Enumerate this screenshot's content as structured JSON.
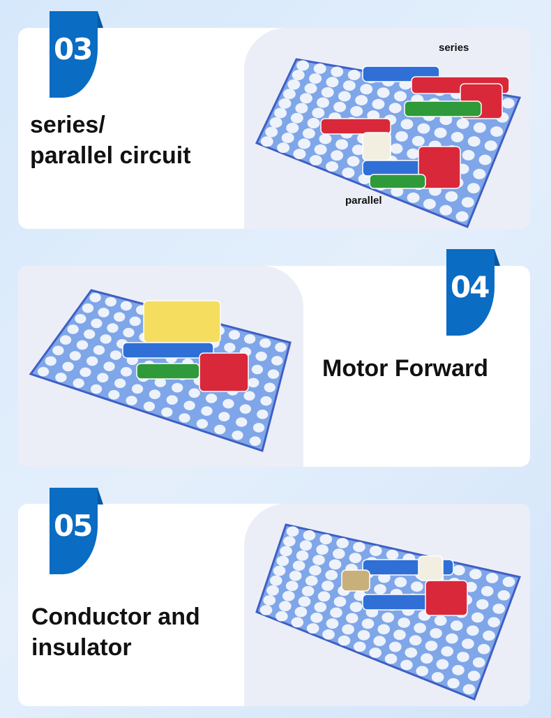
{
  "sections": [
    {
      "number": "03",
      "title_lines": [
        "series/",
        "parallel circuit"
      ],
      "labels": {
        "series": "series",
        "parallel": "parallel"
      }
    },
    {
      "number": "04",
      "title_lines": [
        "Motor Forward"
      ]
    },
    {
      "number": "05",
      "title_lines": [
        "Conductor and",
        "insulator"
      ]
    }
  ],
  "colors": {
    "badge": "#0a6cc3",
    "board": "#7fa6e8",
    "card": "#ffffff",
    "background": "#d6e8fb"
  }
}
